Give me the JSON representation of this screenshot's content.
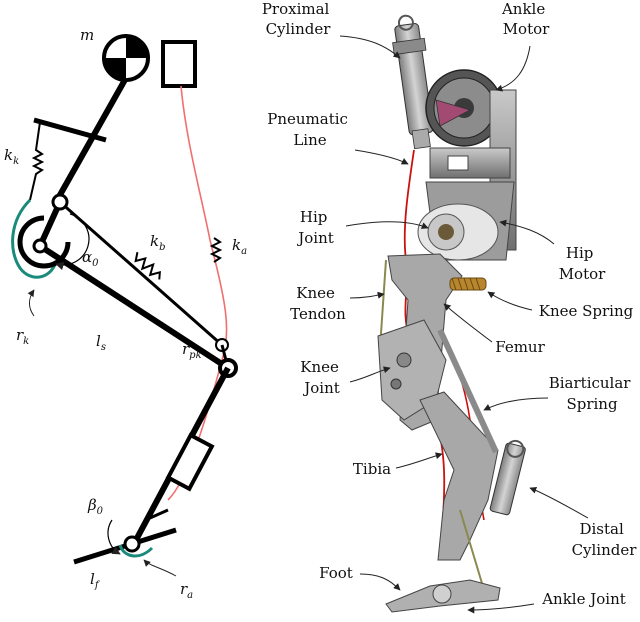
{
  "schematic": {
    "mass": "m",
    "k_k": {
      "base": "k",
      "sub": "k"
    },
    "k_b": {
      "base": "k",
      "sub": "b"
    },
    "k_a": {
      "base": "k",
      "sub": "a"
    },
    "alpha": {
      "base": "α",
      "sub": "0"
    },
    "r_k": {
      "base": "r",
      "sub": "k"
    },
    "l_s": {
      "base": "l",
      "sub": "s"
    },
    "r_pk": {
      "base": "r",
      "sub": "pk"
    },
    "beta": {
      "base": "β",
      "sub": "0"
    },
    "l_f": {
      "base": "l",
      "sub": "f"
    },
    "r_a": {
      "base": "r",
      "sub": "a"
    }
  },
  "labels": {
    "proximal_cylinder": [
      "Proximal",
      "Cylinder"
    ],
    "ankle_motor": [
      "Ankle",
      "Motor"
    ],
    "pneumatic_line": [
      "Pneumatic",
      "Line"
    ],
    "hip_joint": [
      "Hip",
      "Joint"
    ],
    "hip_motor": [
      "Hip",
      "Motor"
    ],
    "knee_tendon": [
      "Knee",
      "Tendon"
    ],
    "knee_spring": "Knee Spring",
    "femur": "Femur",
    "knee_joint": [
      "Knee",
      "Joint"
    ],
    "biarticular_spring": [
      "Biarticular",
      "Spring"
    ],
    "tibia": "Tibia",
    "distal_cylinder": [
      "Distal",
      "Cylinder"
    ],
    "foot": "Foot",
    "ankle_joint": "Ankle Joint"
  },
  "colors": {
    "link": "#000000",
    "pneumatic_line": "#f07070",
    "tendon": "#1a8a7a",
    "robot_metal": "#9a9a9a",
    "robot_red_line": "#cc1111"
  }
}
